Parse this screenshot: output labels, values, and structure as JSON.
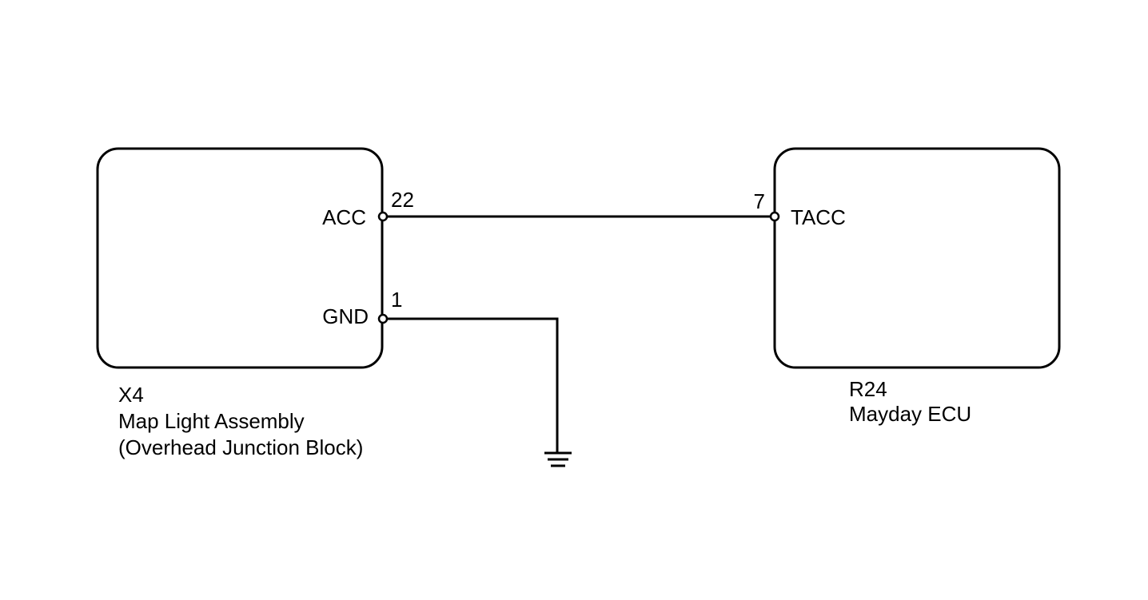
{
  "components": {
    "left": {
      "id": "X4",
      "name": "Map Light Assembly",
      "subname": "(Overhead Junction Block)",
      "pins": [
        {
          "label": "ACC",
          "number": "22"
        },
        {
          "label": "GND",
          "number": "1"
        }
      ]
    },
    "right": {
      "id": "R24",
      "name": "Mayday ECU",
      "pins": [
        {
          "label": "TACC",
          "number": "7"
        }
      ]
    }
  },
  "connections": [
    {
      "from": "X4.22",
      "to": "R24.7"
    },
    {
      "from": "X4.1",
      "to": "ground"
    }
  ],
  "colors": {
    "line": "#000000",
    "background": "#ffffff"
  }
}
